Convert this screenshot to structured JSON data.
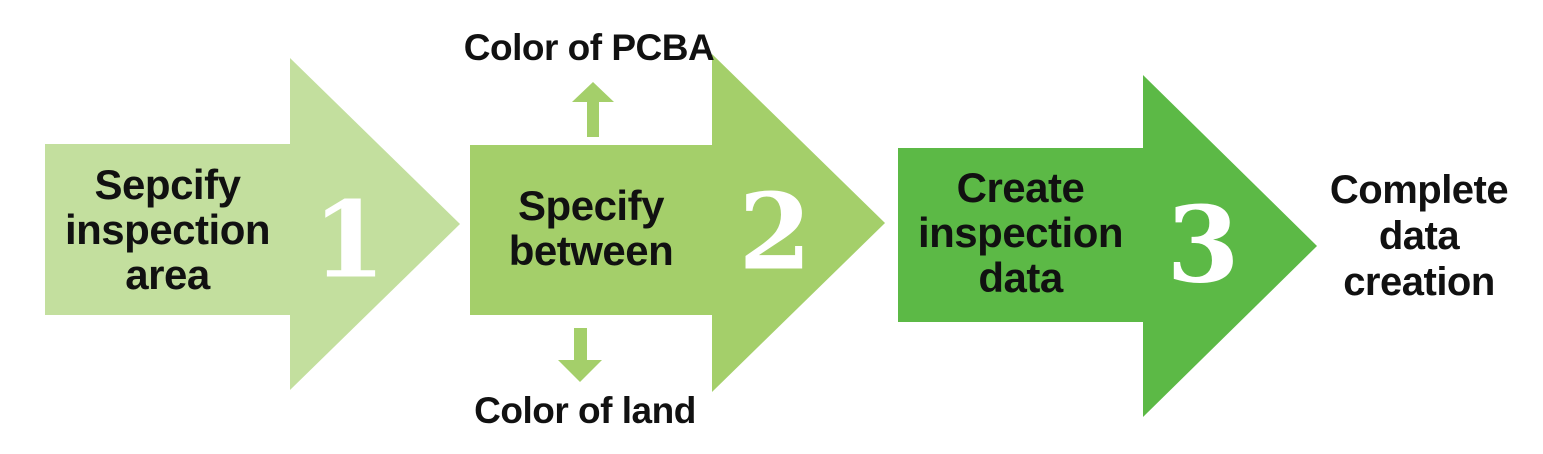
{
  "diagram": {
    "type": "process-flow",
    "background_color": "#ffffff",
    "text_color": "#111111",
    "number_color": "#ffffff",
    "steps": [
      {
        "number": "1",
        "label_lines": [
          "Sepcify",
          "inspection",
          "area"
        ],
        "color": "#c3df9e"
      },
      {
        "number": "2",
        "label_lines": [
          "Specify",
          "between"
        ],
        "color": "#a4cf6a",
        "annotation_top": "Color of PCBA",
        "annotation_bottom": "Color of land",
        "icons": {
          "top": "up-arrow-icon",
          "bottom": "down-arrow-icon"
        }
      },
      {
        "number": "3",
        "label_lines": [
          "Create",
          "inspection",
          "data"
        ],
        "color": "#5cb946"
      }
    ],
    "result": {
      "label_lines": [
        "Complete",
        "data",
        "creation"
      ]
    }
  }
}
